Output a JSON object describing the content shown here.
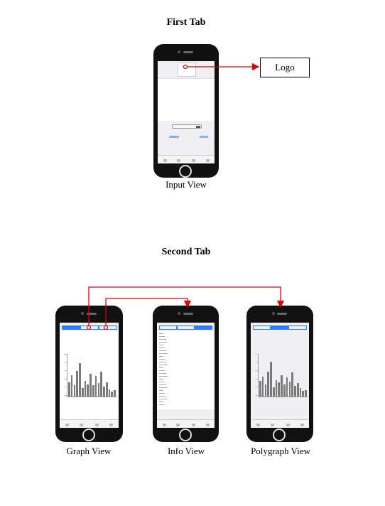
{
  "section_first": {
    "title": "First Tab"
  },
  "section_second": {
    "title": "Second Tab"
  },
  "captions": {
    "input_view": "Input View",
    "graph_view": "Graph View",
    "info_view": "Info View",
    "polygraph_view": "Polygraph View"
  },
  "logo_label": "Logo",
  "colors": {
    "arrow": "#e00000",
    "phone_body": "#111111",
    "accent": "#2f7df6",
    "bar": "#7a7a7a"
  },
  "bar_values": {
    "graph_view": [
      0.34,
      0.52,
      0.28,
      0.62,
      0.81,
      0.2,
      0.38,
      0.3,
      0.55,
      0.27,
      0.5,
      0.33,
      0.6,
      0.24,
      0.35,
      0.18,
      0.12,
      0.15
    ],
    "polygraph_view": [
      0.38,
      0.48,
      0.3,
      0.6,
      0.85,
      0.22,
      0.4,
      0.34,
      0.52,
      0.3,
      0.46,
      0.36,
      0.58,
      0.26,
      0.32,
      0.2,
      0.14,
      0.16
    ]
  }
}
